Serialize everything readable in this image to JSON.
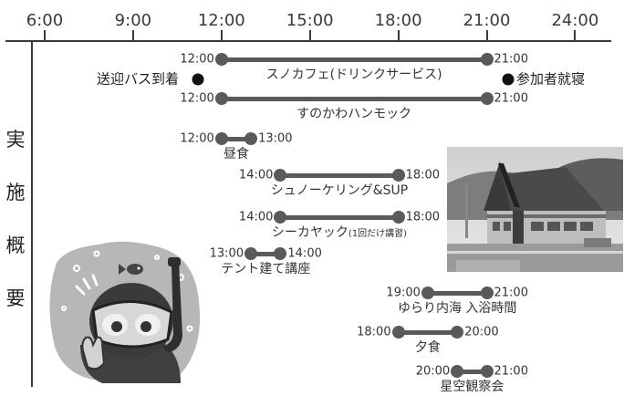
{
  "axis": {
    "hours": [
      "6:00",
      "9:00",
      "12:00",
      "15:00",
      "18:00",
      "21:00",
      "24:00"
    ]
  },
  "side_title": [
    "実",
    "施",
    "概",
    "要"
  ],
  "events": [
    {
      "id": "cafe",
      "start": "12:00",
      "end": "21:00",
      "name": "スノカフェ(ドリンクサービス)",
      "note": ""
    },
    {
      "id": "hammock",
      "start": "12:00",
      "end": "21:00",
      "name": "すのかわハンモック",
      "note": ""
    },
    {
      "id": "lunch",
      "start": "12:00",
      "end": "13:00",
      "name": "昼食",
      "note": ""
    },
    {
      "id": "snorkel",
      "start": "14:00",
      "end": "18:00",
      "name": "シュノーケリング&SUP",
      "note": ""
    },
    {
      "id": "kayak",
      "start": "14:00",
      "end": "18:00",
      "name": "シーカヤック",
      "note": "(1回だけ講習)"
    },
    {
      "id": "tent",
      "start": "13:00",
      "end": "14:00",
      "name": "テント建て講座",
      "note": ""
    },
    {
      "id": "bath",
      "start": "19:00",
      "end": "21:00",
      "name": "ゆらり内海 入浴時間",
      "note": ""
    },
    {
      "id": "dinner",
      "start": "18:00",
      "end": "20:00",
      "name": "夕食",
      "note": ""
    },
    {
      "id": "stars",
      "start": "20:00",
      "end": "21:00",
      "name": "星空観察会",
      "note": ""
    }
  ],
  "markers": {
    "arrival": "送迎バス到着",
    "sleep": "参加者就寝"
  },
  "colors": {
    "bar": "#5a5a5a",
    "axis": "#3a3a3a",
    "marker": "#111111"
  },
  "images": {
    "photo": "building-photo",
    "illustration": "snorkel-diver-illustration"
  }
}
